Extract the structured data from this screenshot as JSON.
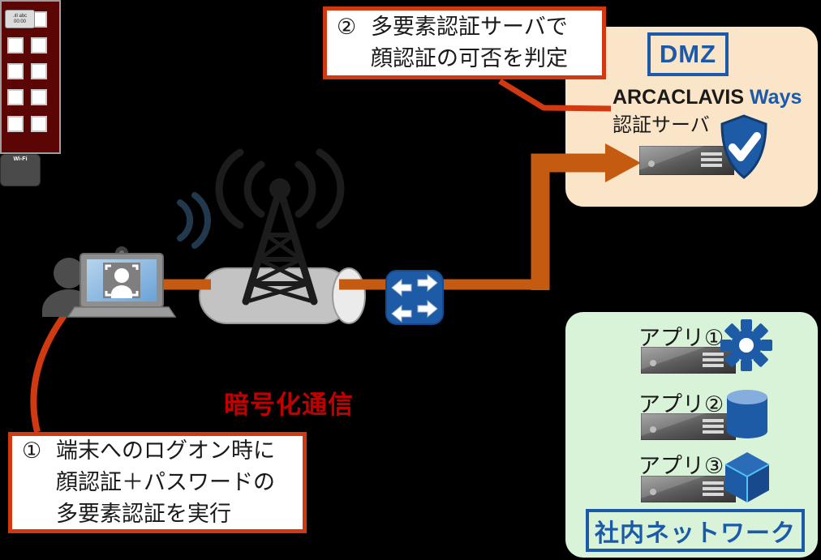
{
  "callout_step2": {
    "number": "②",
    "line1": "多要素認証サーバで",
    "line2": "顔認証の可否を判定"
  },
  "callout_step1": {
    "number": "①",
    "line1": "端末へのログオン時に",
    "line2": "顔認証＋パスワードの",
    "line3": "多要素認証を実行"
  },
  "dmz_zone": {
    "label": "DMZ",
    "brand": "ARCACLAVIS",
    "brand_suffix": "Ways",
    "server_label": "認証サーバ"
  },
  "encrypted_comm_label": "暗号化通信",
  "wifi_device": {
    "title": "Wi-Fi",
    "screen_top": ".ıll abc",
    "screen_bottom": "00:00"
  },
  "internal_zone": {
    "label": "社内ネットワーク",
    "apps": [
      {
        "label": "アプリ①",
        "icon": "gear-icon"
      },
      {
        "label": "アプリ②",
        "icon": "database-icon"
      },
      {
        "label": "アプリ③",
        "icon": "cube-icon"
      }
    ]
  },
  "colors": {
    "accent_red": "#d13a10",
    "arrow_orange": "#c55a11",
    "encrypted_text_red": "#c00000",
    "brand_blue": "#1b5aa9",
    "dmz_bg": "#fbe5c9",
    "lan_bg": "#d9f3d9",
    "building_maroon": "#5c0505",
    "cylinder_gray": "#c3c3c3"
  }
}
